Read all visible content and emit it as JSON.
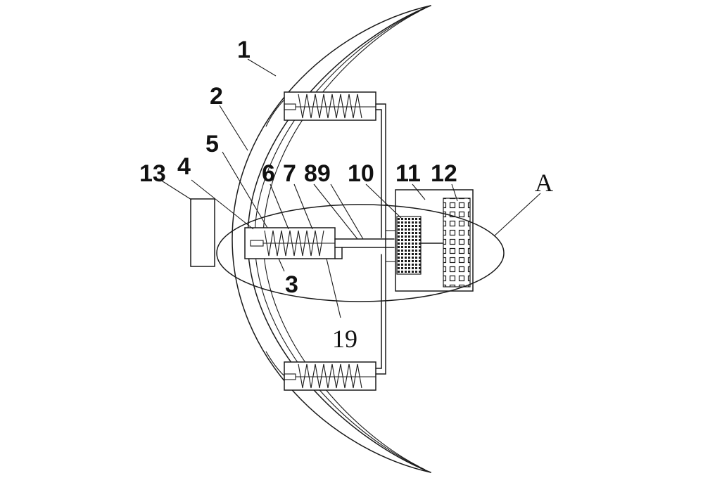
{
  "figure": {
    "labels": {
      "l1": "1",
      "l2": "2",
      "l5": "5",
      "l13": "13",
      "l4": "4",
      "l6": "6",
      "l7": "7",
      "l89": "89",
      "l10": "10",
      "l11": "11",
      "l12": "12",
      "lA": "A",
      "l3": "3",
      "l19": "19"
    }
  }
}
